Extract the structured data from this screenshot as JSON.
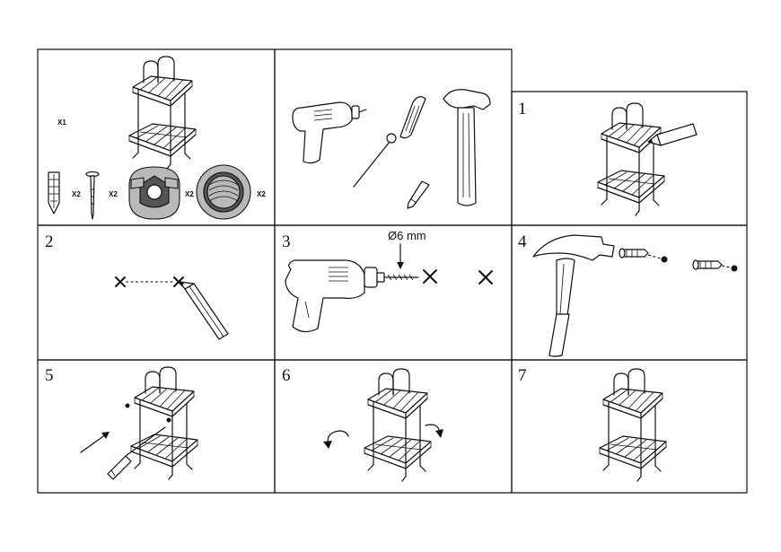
{
  "parts": {
    "caddy_qty": "X1",
    "anchor_qty": "X2",
    "screw_qty": "X2",
    "bracket_qty": "X2",
    "cap_qty": "X2"
  },
  "steps": [
    "1",
    "2",
    "3",
    "4",
    "5",
    "6",
    "7"
  ],
  "drill_bit": {
    "label": "Ø6 mm"
  }
}
